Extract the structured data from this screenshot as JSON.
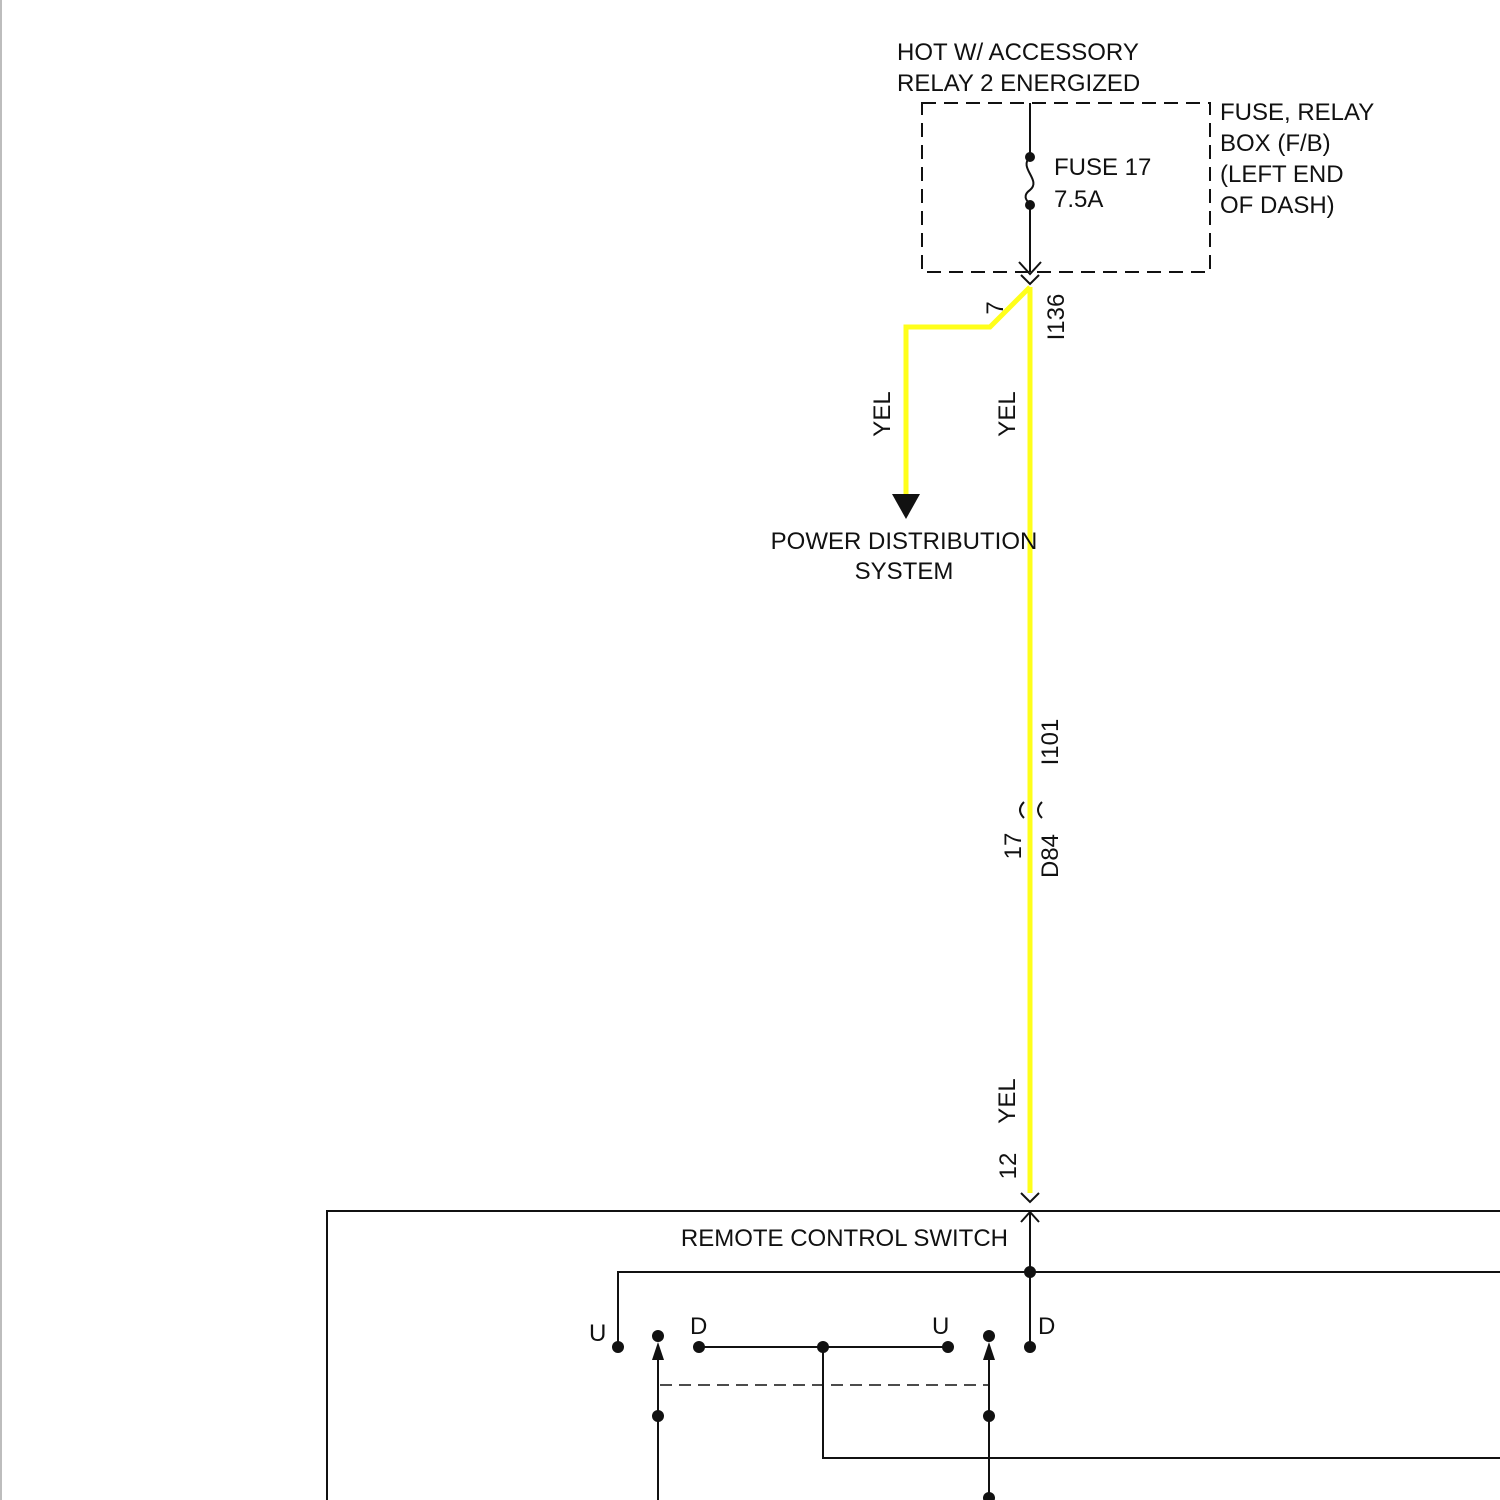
{
  "colors": {
    "wire_yellow": "#ffff1a",
    "line": "#111111",
    "background": "#ffffff"
  },
  "power_source": {
    "line1": "HOT W/ ACCESSORY",
    "line2": "RELAY 2 ENERGIZED"
  },
  "fuse_box": {
    "line1": "FUSE, RELAY",
    "line2": "BOX (F/B)",
    "line3": "(LEFT END",
    "line4": "OF DASH)"
  },
  "fuse": {
    "name": "FUSE 17",
    "rating": "7.5A"
  },
  "connectors": {
    "i136_pin": "7",
    "i136_id": "I136",
    "i101_id": "I101",
    "d84_pin": "17",
    "d84_id": "D84",
    "switch_pin": "12"
  },
  "wires": {
    "branch_color": "YEL",
    "main_color": "YEL",
    "lower_color": "YEL"
  },
  "destination": {
    "line1": "POWER DISTRIBUTION",
    "line2": "SYSTEM"
  },
  "component": {
    "title": "REMOTE CONTROL SWITCH"
  },
  "switch_contacts": {
    "left_up": "U",
    "left_down": "D",
    "right_up": "U",
    "right_down": "D"
  }
}
